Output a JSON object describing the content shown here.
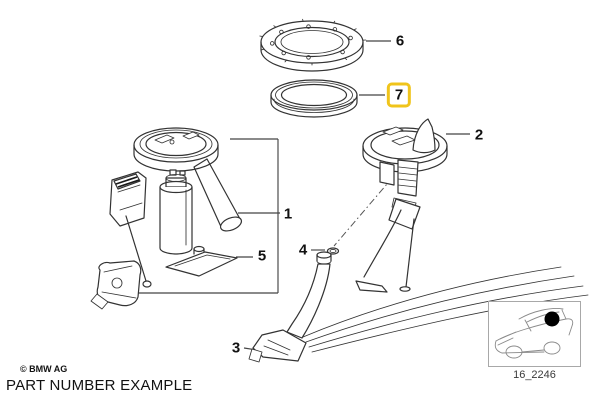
{
  "diagram": {
    "footer": {
      "copyright": "© BMW AG",
      "title": "PART NUMBER EXAMPLE"
    },
    "locator": {
      "drawing_number": "16_2246"
    },
    "colors": {
      "highlight": "#F0C41B",
      "line": "#333333"
    },
    "callouts": [
      {
        "label": "1",
        "highlighted": false
      },
      {
        "label": "2",
        "highlighted": false
      },
      {
        "label": "3",
        "highlighted": false
      },
      {
        "label": "4",
        "highlighted": false
      },
      {
        "label": "5",
        "highlighted": false
      },
      {
        "label": "6",
        "highlighted": false
      },
      {
        "label": "7",
        "highlighted": true
      }
    ]
  }
}
